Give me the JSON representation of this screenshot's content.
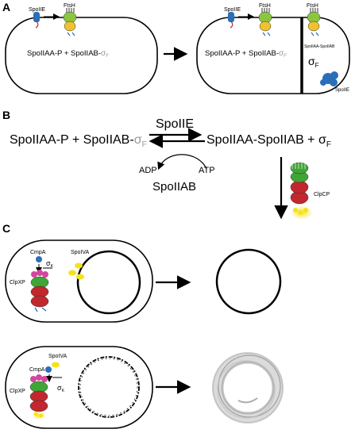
{
  "panels": {
    "A": {
      "letter": "A",
      "cell1": {
        "spoIIE": "SpoIIE",
        "ftsH": "FtsH",
        "reaction": "SpoIIAA-P + SpoIIAB-",
        "sigma_sub": "F"
      },
      "cell2": {
        "spoIIE_left": "SpoIIE",
        "ftsH_left": "FtsH",
        "reaction": "SpoIIAA-P + SpoIIAB-",
        "sigma_sub": "F",
        "ftsH_right": "FtsH",
        "complex": "SpoIIAA-SpoIIAB",
        "sigmaF": "σ",
        "sigmaF_sub": "F",
        "spoIIE_right": "SpoIIE"
      }
    },
    "B": {
      "letter": "B",
      "left_side": "SpoIIAA-P + SpoIIAB-",
      "left_sigma_sub": "F",
      "enzyme": "SpoIIE",
      "product": "SpoIIAA-SpoIIAB  +  σ",
      "product_sub": "F",
      "adp": "ADP",
      "atp": "ATP",
      "kinase": "SpoIIAB",
      "protease": "ClpCP"
    },
    "C": {
      "letter": "C",
      "row1": {
        "cmpA": "CmpA",
        "sigmaK": "σ",
        "sigmaK_sub": "K",
        "clpXP": "ClpXP",
        "spoIVA": "SpoIVA"
      },
      "row2": {
        "cmpA": "CmpA",
        "spoIVA": "SpoIVA",
        "sigmaK": "σ",
        "sigmaK_sub": "K",
        "clpXP": "ClpXP"
      }
    }
  },
  "colors": {
    "ftsh_green": "#8cc63f",
    "ftsh_yellow": "#f2c12e",
    "spoIIE_blue": "#2a6fb8",
    "clp_green": "#3fa535",
    "clp_red": "#c1272d",
    "pink": "#d2479e",
    "spoIVA_yellow": "#f6e21b",
    "sigma_grey": "#999999"
  }
}
